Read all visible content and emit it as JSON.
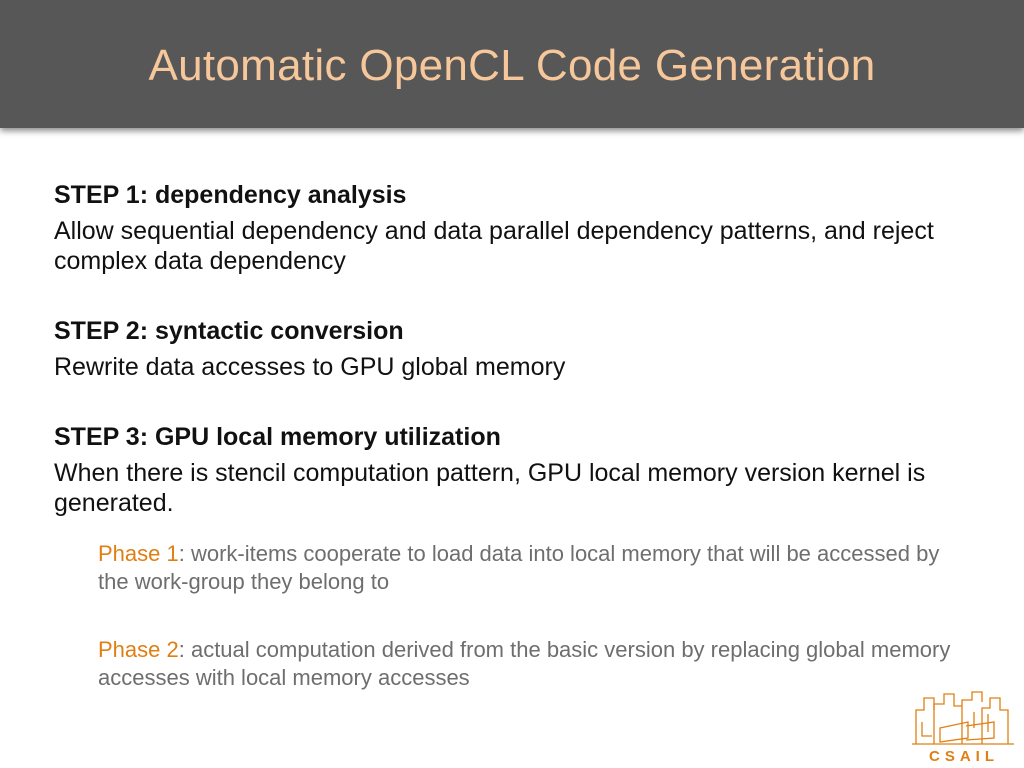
{
  "slide": {
    "title": "Automatic OpenCL Code Generation"
  },
  "steps": [
    {
      "heading": "STEP 1: dependency analysis",
      "body": "Allow sequential dependency and data parallel dependency patterns, and reject complex data dependency"
    },
    {
      "heading": "STEP 2: syntactic conversion",
      "body": "Rewrite data accesses to GPU global memory"
    },
    {
      "heading": "STEP 3: GPU local memory utilization",
      "body": "When there is stencil computation pattern, GPU local memory version kernel is generated."
    }
  ],
  "phases": [
    {
      "label": "Phase 1",
      "text": ": work-items cooperate to load data into local memory that will be accessed by the work-group they belong to"
    },
    {
      "label": "Phase 2",
      "text": ": actual computation derived from the basic version by replacing global memory accesses with local memory accesses"
    }
  ],
  "logo": {
    "text": "CSAIL",
    "icon": "csail-building-logo-icon"
  },
  "colors": {
    "title_bar": "#575757",
    "title_text": "#f6c79b",
    "accent": "#e07f14",
    "body_text": "#111111",
    "phase_text": "#6e6e6e"
  }
}
